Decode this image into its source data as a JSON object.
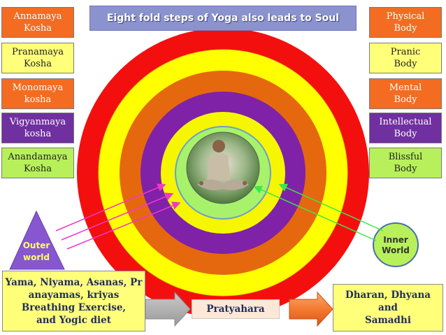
{
  "title": "Eight fold steps of Yoga also leads to Soul",
  "left_boxes": [
    {
      "label": "Annamaya\nKosha",
      "color": "#f36c21"
    },
    {
      "label": "Pranamaya\nKosha",
      "color": "#ffff7a"
    },
    {
      "label": "Monomaya\nkosha",
      "color": "#f36c21"
    },
    {
      "label": "Vigyanmaya\nkosha",
      "color": "#7030a0"
    },
    {
      "label": "Anandamaya\nKosha",
      "color": "#b7f05a"
    }
  ],
  "right_boxes": [
    {
      "label": "Physical\nBody",
      "color": "#f36c21"
    },
    {
      "label": "Pranic\nBody",
      "color": "#ffff7a"
    },
    {
      "label": "Mental\nBody",
      "color": "#f36c21"
    },
    {
      "label": "Intellectual\nBody",
      "color": "#7030a0"
    },
    {
      "label": "Blissful\nBody",
      "color": "#b7f05a"
    }
  ],
  "rings": [
    "#f40f0f",
    "#ffff00",
    "#e6680e",
    "#7f22a8",
    "#f6f600",
    "#a7f26a"
  ],
  "outer_world": "Outer\nworld",
  "inner_world": "Inner\nWorld",
  "bottom_left": "Yama, Niyama, Asanas, Pr\nanayamas, kriyas\nBreathing Exercise,\nand Yogic diet",
  "pratyahara": "Pratyahara",
  "bottom_right": "Dharan, Dhyana\nand\nSamadhi",
  "colors": {
    "arrow_pink": "#f038c8",
    "arrow_green": "#39e84a",
    "block_arrow": "#f47a30"
  }
}
